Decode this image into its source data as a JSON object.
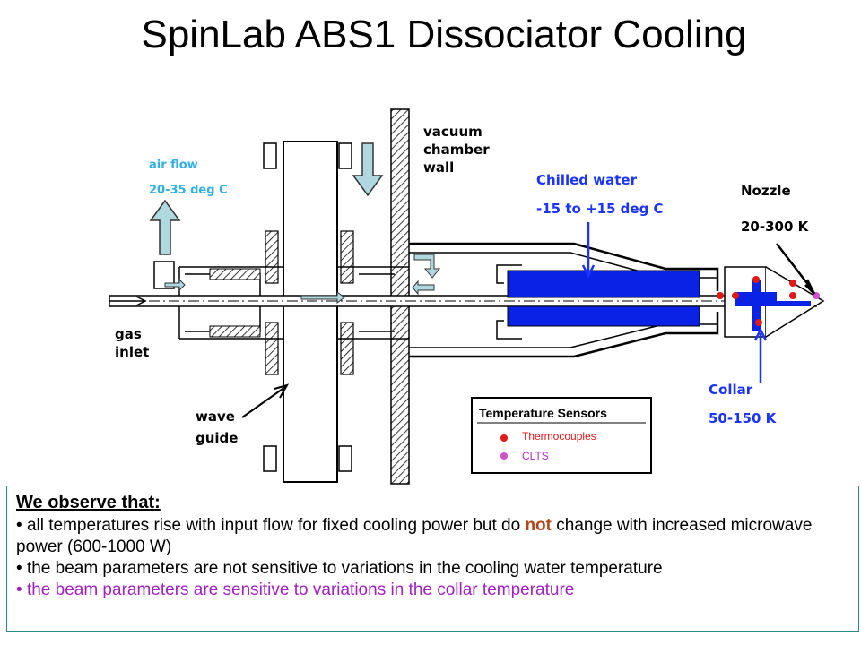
{
  "title": "SpinLab ABS1 Dissociator Cooling",
  "diagram": {
    "labels": {
      "air_flow_1": "air flow",
      "air_flow_2": "20-35 deg C",
      "vacuum_1": "vacuum",
      "vacuum_2": "chamber",
      "vacuum_3": "wall",
      "chilled_1": "Chilled water",
      "chilled_2": "-15 to +15 deg C",
      "nozzle_1": "Nozzle",
      "nozzle_2": "20-300 K",
      "gas_1": "gas",
      "gas_2": "inlet",
      "wave_1": "wave",
      "wave_2": "guide",
      "collar_1": "Collar",
      "collar_2": "50-150 K"
    },
    "legend": {
      "title": "Temperature Sensors",
      "thermocouples": "Thermocouples",
      "clts": "CLTS"
    },
    "colors": {
      "annotation_blue": "#1a33ff",
      "cooling_blue": "#0a22e6",
      "sensor_red": "#e01818",
      "sensor_magenta": "#d050d0",
      "arrow_fill": "#b0d8e0",
      "thermocouple_text": "#e01818",
      "clts_text": "#b030c0"
    }
  },
  "observations": {
    "heading": "We observe that",
    "heading_colon": ":",
    "bullet": "•",
    "line1_a": "all temperatures rise with input flow for fixed cooling power but do ",
    "line1_not": "not",
    "line1_b": " change with increased microwave power (600-1000 W)",
    "line2": "the beam parameters are not sensitive to variations in the cooling water temperature",
    "line3": "the beam parameters are sensitive to variations in the collar temperature"
  }
}
